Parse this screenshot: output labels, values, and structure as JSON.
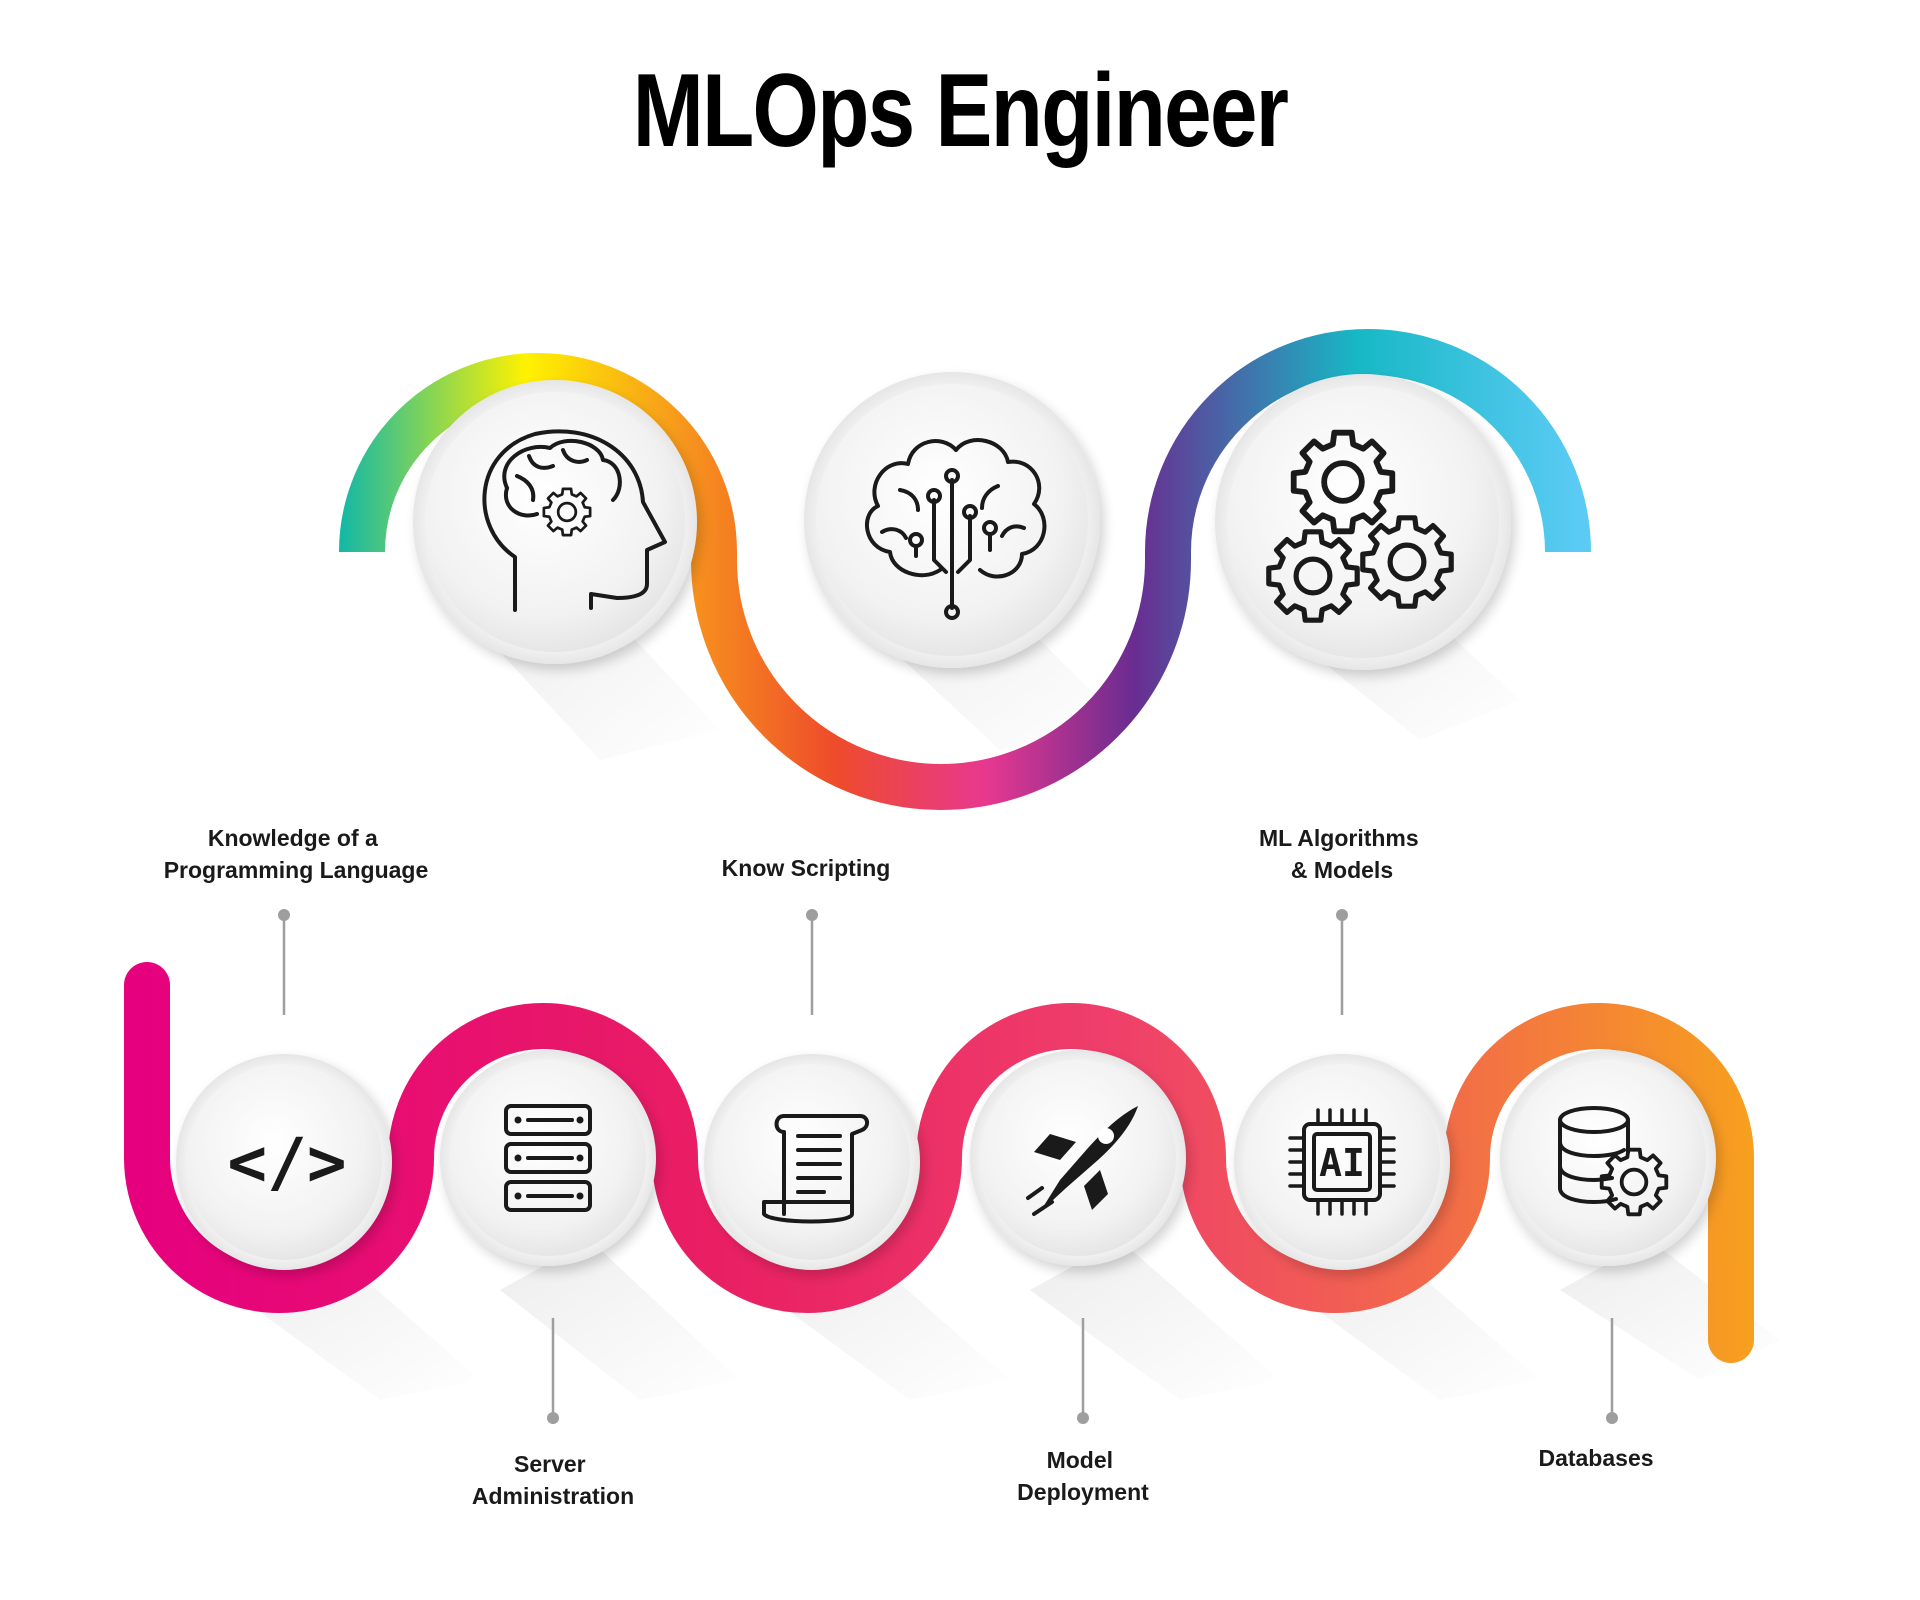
{
  "title": "MLOps Engineer",
  "colors": {
    "top_path": [
      "#14b8a6",
      "#fff200",
      "#f7941d",
      "#ee4b2b",
      "#e8388f",
      "#6a2c91",
      "#17b8c5",
      "#5bcbf5"
    ],
    "bottom_path": [
      "#e6007e",
      "#e91e63",
      "#f06292",
      "#f05a5a",
      "#f7941d"
    ],
    "icon": "#1a1a1a",
    "connector": "#9e9e9e",
    "disc": "#eeeeee"
  },
  "top_icons": [
    {
      "icon": "head-gear-icon"
    },
    {
      "icon": "circuit-brain-icon"
    },
    {
      "icon": "gears-icon"
    }
  ],
  "skills": [
    {
      "icon": "code-icon",
      "label_lines": [
        "Knowledge of a",
        "Programming Language"
      ],
      "position": "above"
    },
    {
      "icon": "server-icon",
      "label_lines": [
        "Server",
        "Administration"
      ],
      "position": "below"
    },
    {
      "icon": "script-scroll-icon",
      "label_lines": [
        "Know Scripting"
      ],
      "position": "above"
    },
    {
      "icon": "rocket-icon",
      "label_lines": [
        "Model",
        "Deployment"
      ],
      "position": "below"
    },
    {
      "icon": "ai-chip-icon",
      "label_lines": [
        "ML Algorithms",
        "& Models"
      ],
      "position": "above"
    },
    {
      "icon": "database-gear-icon",
      "label_lines": [
        "Databases"
      ],
      "position": "below"
    }
  ],
  "ai_chip_text": "AI",
  "code_symbol": "</>"
}
